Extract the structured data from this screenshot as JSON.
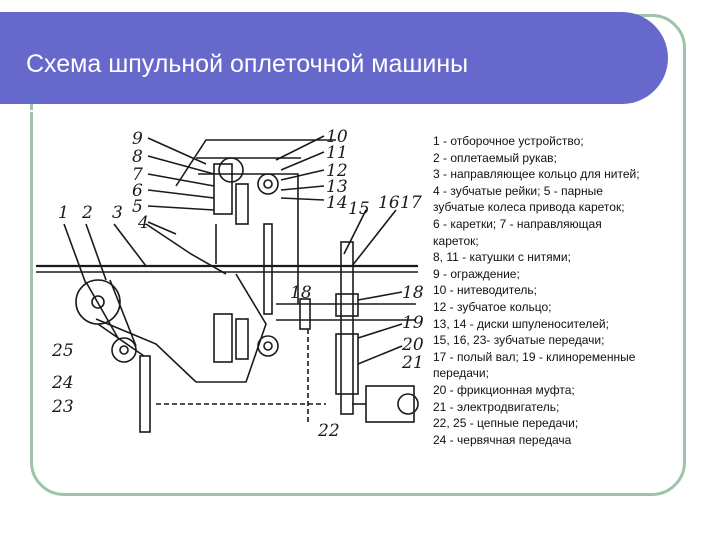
{
  "slide": {
    "title": "Схема шпульной оплеточной машины",
    "accent_color": "#6668cc",
    "frame_color": "#9cc4a8"
  },
  "legend": [
    "1 - отборочное устройство;",
    "2 - оплетаемый рукав;",
    "3 - направляющее кольцо для нитей;",
    "4 - зубчатые рейки; 5 - парные",
    "зубчатые колеса привода кареток;",
    "6 - каретки; 7 - направляющая",
    "кареток;",
    "8, 11 - катушки с нитями;",
    "9 - ограждение;",
    "10 - нитеводитель;",
    "12 - зубчатое кольцо;",
    "13, 14 - диски шпуленосителей;",
    "15, 16, 23- зубчатые передачи;",
    "17 - полый вал; 19 - клиноременные",
    "передачи;",
    "20 - фрикционная муфта;",
    "21 - электродвигатель;",
    "22, 25 - цепные передачи;",
    "24 - червячная передача"
  ],
  "diagram_labels": [
    "9",
    "8",
    "7",
    "6",
    "5",
    "4",
    "1",
    "2",
    "3",
    "10",
    "11",
    "12",
    "13",
    "14",
    "15",
    "16",
    "17",
    "18",
    "18",
    "19",
    "20",
    "21",
    "22",
    "25",
    "24",
    "23"
  ]
}
